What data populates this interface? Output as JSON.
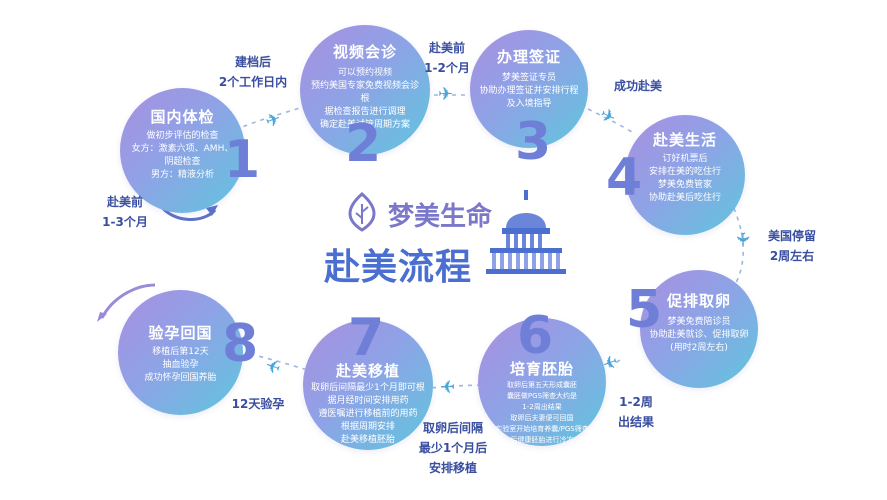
{
  "brand": {
    "name": "梦美生命",
    "subtitle": "赴美流程",
    "name_color": "#7b78c9",
    "subtitle_color": "#4a6fd0"
  },
  "steps": [
    {
      "num": "1",
      "title": "国内体检",
      "lines": [
        "做初步评估的检查",
        "女方：激素六项、AMH、",
        "阴超检查",
        "男方：精液分析"
      ]
    },
    {
      "num": "2",
      "title": "视频会诊",
      "lines": [
        "可以预约视频",
        "预约美国专家免费视频会诊根",
        "据检查报告进行调理",
        "确定赴美试管周期方案"
      ]
    },
    {
      "num": "3",
      "title": "办理签证",
      "lines": [
        "梦美签证专员",
        "协助办理签证并安排行程",
        "及入境指导"
      ]
    },
    {
      "num": "4",
      "title": "赴美生活",
      "lines": [
        "订好机票后",
        "安排在美的吃住行",
        "梦美免费管家",
        "协助赴美后吃住行"
      ]
    },
    {
      "num": "5",
      "title": "促排取卵",
      "lines": [
        "梦美免费陪诊员",
        "协助赴美就诊、促排取卵",
        "(用时2周左右)"
      ]
    },
    {
      "num": "6",
      "title": "培育胚胎",
      "lines": [
        "取卵后第五天形成囊胚",
        "囊胚做PGS筛查大约是",
        "1-2周出结果",
        "取卵后夫妻便可回国",
        "实验室开始培育养囊/PGS筛查",
        "后健康胚胎进行冷冻"
      ]
    },
    {
      "num": "7",
      "title": "赴美移植",
      "lines": [
        "取卵后间隔最少1个月即可根",
        "据月经时间安排用药",
        "遵医嘱进行移植前的用药",
        "根据周期安排",
        "赴美移植胚胎"
      ]
    },
    {
      "num": "8",
      "title": "验孕回国",
      "lines": [
        "移植后第12天",
        "抽血验孕",
        "成功怀孕回国养胎"
      ]
    }
  ],
  "connectors": [
    {
      "id": "before-1",
      "lines": [
        "赴美前",
        "1-3个月"
      ]
    },
    {
      "id": "1-2",
      "lines": [
        "建档后",
        "2个工作日内"
      ]
    },
    {
      "id": "2-3",
      "lines": [
        "赴美前",
        "1-2个月"
      ]
    },
    {
      "id": "3-4",
      "lines": [
        "成功赴美"
      ]
    },
    {
      "id": "4-5",
      "lines": [
        "美国停留",
        "2周左右"
      ]
    },
    {
      "id": "5-6",
      "lines": [
        "1-2周",
        "出结果"
      ]
    },
    {
      "id": "6-7",
      "lines": [
        "取卵后间隔",
        "最少1个月后",
        "安排移植"
      ]
    },
    {
      "id": "7-8",
      "lines": [
        "12天验孕"
      ]
    }
  ],
  "icons": [
    "leaf-icon",
    "capitol-building-icon",
    "airplane-icon",
    "curved-arrow-icon"
  ],
  "colors": {
    "circle_start": "#a98fe0",
    "circle_end": "#5fc6de",
    "label": "#3a4ea0",
    "number": "#6f7fd8",
    "plane": "#4aa6d8"
  }
}
